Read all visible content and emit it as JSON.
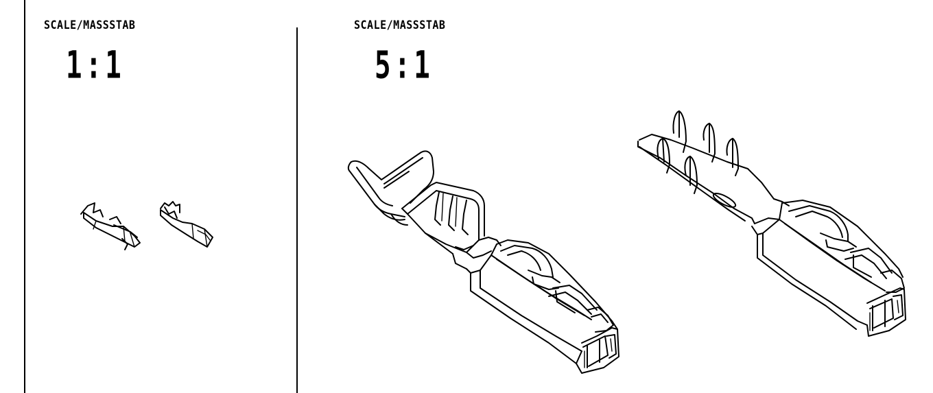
{
  "views": [
    {
      "scale_label": "SCALE/MASSSTAB",
      "ratio": "1:1"
    },
    {
      "scale_label": "SCALE/MASSSTAB",
      "ratio": "5:1"
    }
  ],
  "colors": {
    "line": "#000000",
    "background": "#ffffff"
  },
  "icons": [
    "terminal-small-left-icon",
    "terminal-small-right-icon",
    "terminal-large-open-icon",
    "terminal-large-closed-icon"
  ]
}
